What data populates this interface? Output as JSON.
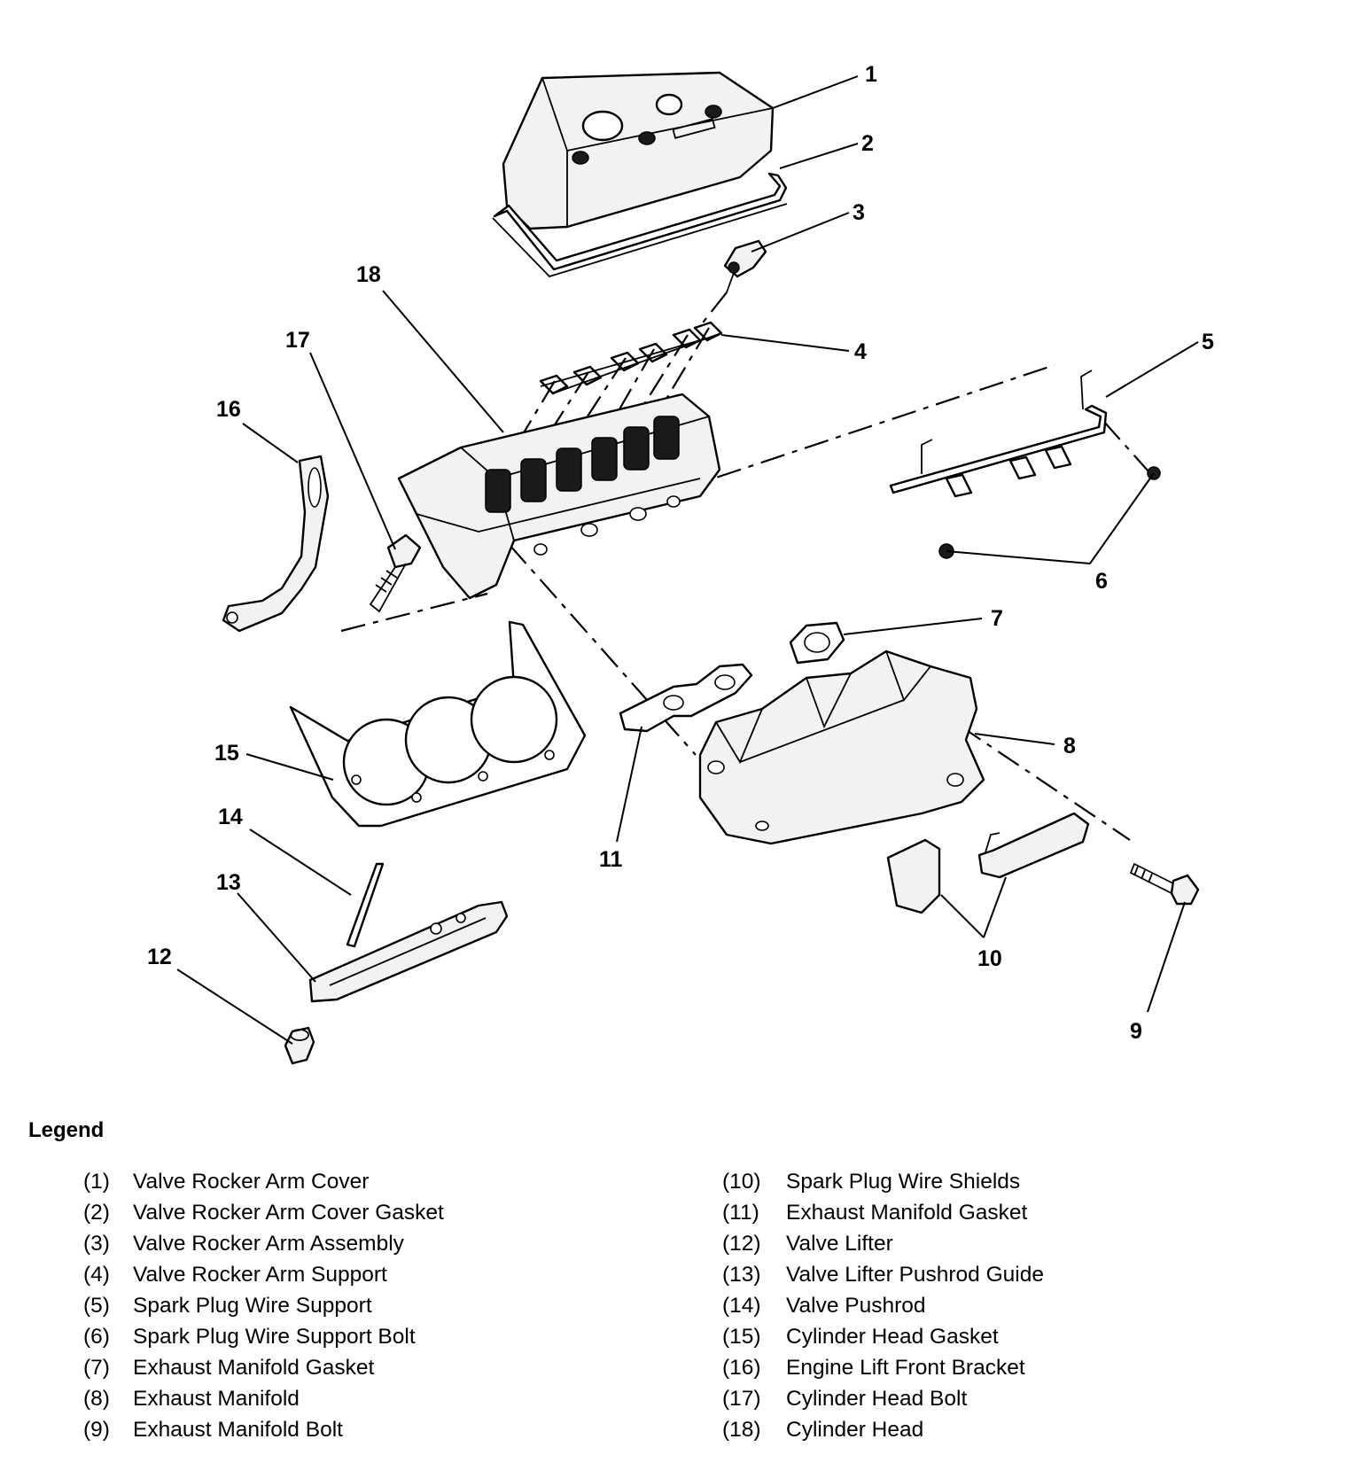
{
  "callouts": [
    "1",
    "2",
    "3",
    "4",
    "5",
    "6",
    "7",
    "8",
    "9",
    "10",
    "11",
    "12",
    "13",
    "14",
    "15",
    "16",
    "17",
    "18"
  ],
  "legend": {
    "title": "Legend",
    "left": [
      {
        "num": "(1)",
        "label": "Valve Rocker Arm Cover"
      },
      {
        "num": "(2)",
        "label": "Valve Rocker Arm Cover Gasket"
      },
      {
        "num": "(3)",
        "label": "Valve Rocker Arm Assembly"
      },
      {
        "num": "(4)",
        "label": "Valve Rocker Arm Support"
      },
      {
        "num": "(5)",
        "label": "Spark Plug Wire Support"
      },
      {
        "num": "(6)",
        "label": "Spark Plug Wire Support Bolt"
      },
      {
        "num": "(7)",
        "label": "Exhaust Manifold Gasket"
      },
      {
        "num": "(8)",
        "label": "Exhaust Manifold"
      },
      {
        "num": "(9)",
        "label": "Exhaust Manifold Bolt"
      }
    ],
    "right": [
      {
        "num": "(10)",
        "label": "Spark Plug Wire Shields"
      },
      {
        "num": "(11)",
        "label": "Exhaust Manifold Gasket"
      },
      {
        "num": "(12)",
        "label": "Valve Lifter"
      },
      {
        "num": "(13)",
        "label": "Valve Lifter Pushrod Guide"
      },
      {
        "num": "(14)",
        "label": "Valve Pushrod"
      },
      {
        "num": "(15)",
        "label": "Cylinder Head Gasket"
      },
      {
        "num": "(16)",
        "label": "Engine Lift Front Bracket"
      },
      {
        "num": "(17)",
        "label": "Cylinder Head Bolt"
      },
      {
        "num": "(18)",
        "label": "Cylinder Head"
      }
    ]
  }
}
